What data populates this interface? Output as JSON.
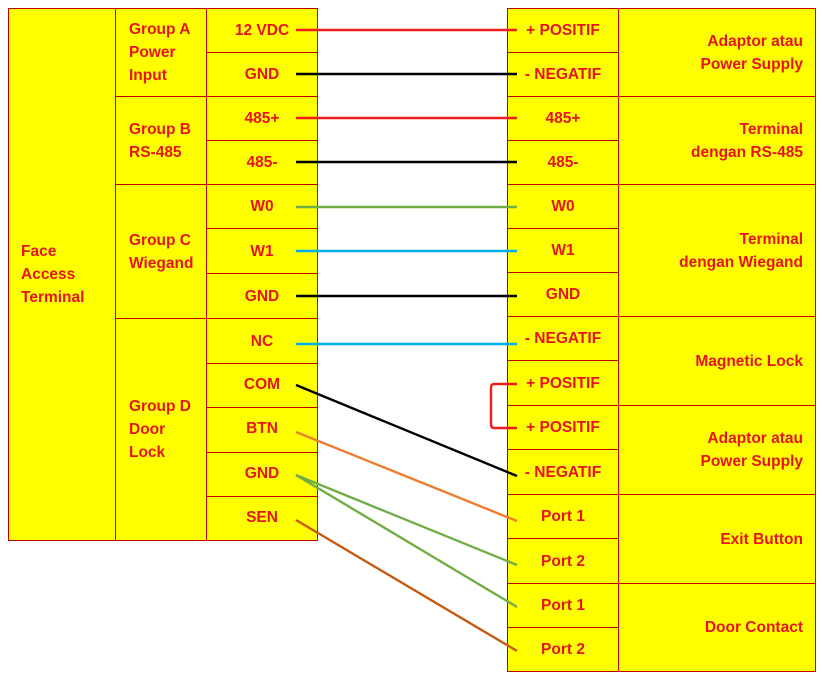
{
  "terminal": {
    "label": [
      "Face",
      "Access",
      "Terminal"
    ]
  },
  "groups": [
    {
      "id": "a",
      "label": [
        "Group A",
        "Power",
        "Input"
      ]
    },
    {
      "id": "b",
      "label": [
        "Group B",
        "RS-485"
      ]
    },
    {
      "id": "c",
      "label": [
        "Group C",
        "Wiegand"
      ]
    },
    {
      "id": "d",
      "label": [
        "Group D",
        "Door",
        "Lock"
      ]
    }
  ],
  "left_pins": [
    "12 VDC",
    "GND",
    "485+",
    "485-",
    "W0",
    "W1",
    "GND",
    "NC",
    "COM",
    "BTN",
    "GND",
    "SEN"
  ],
  "right_pins": [
    "+ POSITIF",
    "- NEGATIF",
    "485+",
    "485-",
    "W0",
    "W1",
    "GND",
    "- NEGATIF",
    "+ POSITIF",
    "+ POSITIF",
    "- NEGATIF",
    "Port 1",
    "Port 2",
    "Port 1",
    "Port 2"
  ],
  "devices": [
    {
      "id": "power-supply-1",
      "label": [
        "Adaptor atau",
        "Power Supply"
      ]
    },
    {
      "id": "rs485-terminal",
      "label": [
        "Terminal",
        "dengan RS-485"
      ]
    },
    {
      "id": "wiegand-terminal",
      "label": [
        "Terminal",
        "dengan Wiegand"
      ]
    },
    {
      "id": "magnetic-lock",
      "label": [
        "Magnetic Lock"
      ]
    },
    {
      "id": "power-supply-2",
      "label": [
        "Adaptor atau",
        "Power Supply"
      ]
    },
    {
      "id": "exit-button",
      "label": [
        "Exit Button"
      ]
    },
    {
      "id": "door-contact",
      "label": [
        "Door Contact"
      ]
    }
  ],
  "wire_colors": {
    "red": "#ee1c1c",
    "black": "#000000",
    "green": "#70ad47",
    "blue": "#00b0f0",
    "orange": "#ed7d31",
    "brown": "#c55a11"
  },
  "connections": [
    {
      "from": "12 VDC",
      "to": "+ POSITIF",
      "color": "red"
    },
    {
      "from": "GND",
      "to": "- NEGATIF",
      "color": "black"
    },
    {
      "from": "485+",
      "to": "485+",
      "color": "red"
    },
    {
      "from": "485-",
      "to": "485-",
      "color": "black"
    },
    {
      "from": "W0",
      "to": "W0",
      "color": "green"
    },
    {
      "from": "W1",
      "to": "W1",
      "color": "blue"
    },
    {
      "from": "GND",
      "to": "GND",
      "color": "black"
    },
    {
      "from": "NC",
      "to": "- NEGATIF",
      "color": "blue"
    },
    {
      "from": "COM",
      "to": "- NEGATIF",
      "color": "black"
    },
    {
      "from": "BTN",
      "to": "Port 1",
      "color": "orange"
    },
    {
      "from": "GND",
      "to": "Port 2",
      "color": "green"
    },
    {
      "from": "GND",
      "to": "Port 1",
      "color": "green"
    },
    {
      "from": "SEN",
      "to": "Port 2",
      "color": "brown"
    },
    {
      "from": "+ POSITIF",
      "to": "+ POSITIF",
      "color": "red"
    }
  ]
}
